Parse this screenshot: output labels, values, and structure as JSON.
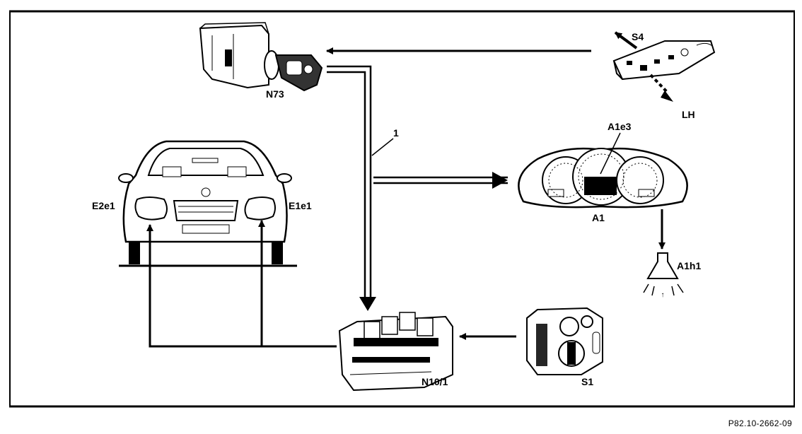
{
  "labels": {
    "n73": "N73",
    "s4": "S4",
    "lh": "LH",
    "one": "1",
    "a1e3": "A1e3",
    "a1": "A1",
    "a1h1": "A1h1",
    "e2e1": "E2e1",
    "e1e1": "E1e1",
    "n10_1": "N10/1",
    "s1": "S1"
  },
  "footer": {
    "reference": "P82.10-2662-09"
  },
  "colors": {
    "line": "#000000",
    "background": "#ffffff"
  }
}
